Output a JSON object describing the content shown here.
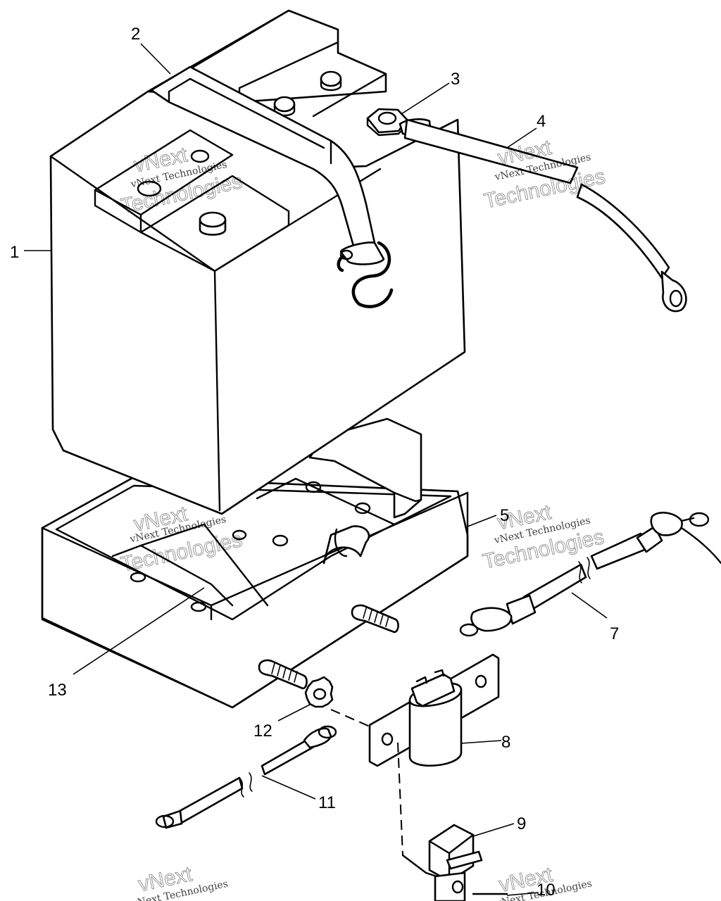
{
  "callouts": [
    {
      "id": "1",
      "label": "1"
    },
    {
      "id": "2",
      "label": "2"
    },
    {
      "id": "3",
      "label": "3"
    },
    {
      "id": "4",
      "label": "4"
    },
    {
      "id": "5",
      "label": "5"
    },
    {
      "id": "7",
      "label": "7"
    },
    {
      "id": "8",
      "label": "8"
    },
    {
      "id": "9",
      "label": "9"
    },
    {
      "id": "10",
      "label": "10"
    },
    {
      "id": "11",
      "label": "11"
    },
    {
      "id": "12",
      "label": "12"
    },
    {
      "id": "13",
      "label": "13"
    }
  ],
  "watermark": {
    "brand": "vNext",
    "company": "vNext Technologies",
    "word": "Technologies"
  }
}
